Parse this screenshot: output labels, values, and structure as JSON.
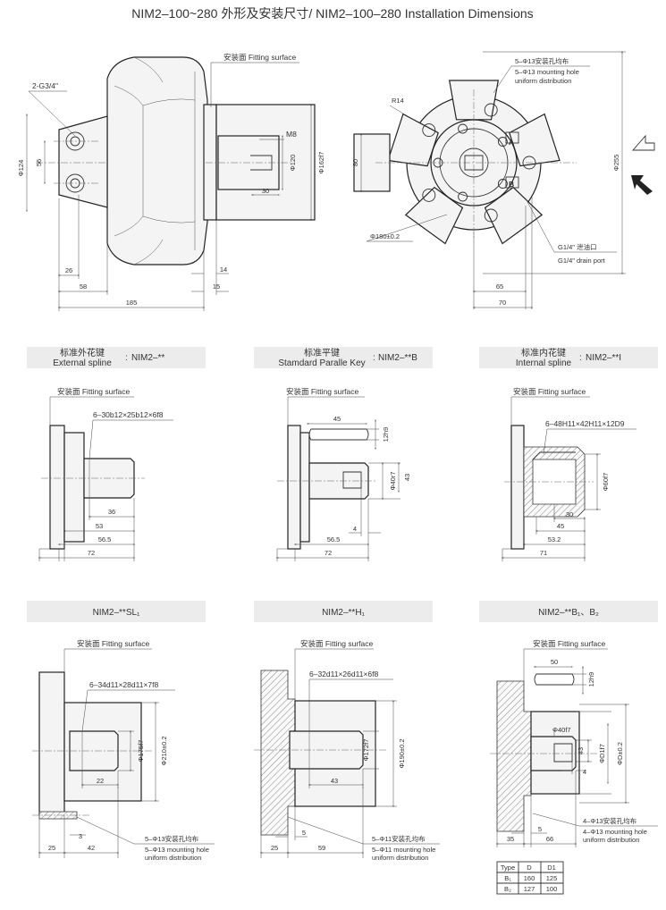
{
  "title": "NIM2–100~280 外形及安装尺寸/ NIM2–100–280 Installation Dimensions",
  "main_view": {
    "fitting_surface": "安装面 Fitting surface",
    "port_label": "2-G3/4\"",
    "thread": "M8",
    "dims": {
      "d124": "Φ124",
      "d56": "56",
      "d120": "Φ120",
      "d162": "Φ162f7",
      "d30": "30",
      "d26": "26",
      "d58": "58",
      "d185": "185",
      "d14": "14",
      "d15": "15"
    }
  },
  "end_view": {
    "hole_cn": "5–Φ13安装孔均布",
    "hole_en1": "5–Φ13 mounting hole",
    "hole_en2": "uniform distribution",
    "r14": "R14",
    "d80": "80",
    "d255": "Φ255",
    "d180": "Φ180±0.2",
    "drain_cn": "G1/4\" 泄油口",
    "drain_en": "G1/4\" drain port",
    "d65": "65",
    "d70": "70",
    "port_a": "A",
    "port_b": "B"
  },
  "shaft_options": [
    {
      "header_cn": "标准外花键",
      "header_en": "External spline",
      "code": "NIM2–**",
      "fitting": "安装面 Fitting surface",
      "spec": "6–30b12×25b12×6f8",
      "dims": {
        "a": "36",
        "b": "53",
        "c": "56.5",
        "d": "72"
      }
    },
    {
      "header_cn": "标准平键",
      "header_en": "Stamdard Paralle Key",
      "code": "NIM2–**B",
      "fitting": "安装面 Fitting surface",
      "dims": {
        "a": "45",
        "b": "12h9",
        "c": "Φ40r7",
        "d": "43",
        "e": "4",
        "f": "56.5",
        "g": "72"
      }
    },
    {
      "header_cn": "标准内花键",
      "header_en": "Internal spline",
      "code": "NIM2–**I",
      "fitting": "安装面 Fitting surface",
      "spec": "6–48H11×42H11×12D9",
      "dims": {
        "a": "Φ60f7",
        "b": "30",
        "c": "45",
        "d": "53.2",
        "e": "71"
      }
    }
  ],
  "flange_options": [
    {
      "header": "NIM2–**SL₁",
      "fitting": "安装面 Fitting surface",
      "spec": "6–34d11×28d11×7f8",
      "dims": {
        "a": "Φ175f7",
        "b": "Φ210±0.2",
        "c": "22",
        "d": "3",
        "e": "25",
        "f": "42"
      },
      "hole_cn": "5–Φ13安装孔均布",
      "hole_en1": "5–Φ13 mounting hole",
      "hole_en2": "uniform distribution"
    },
    {
      "header": "NIM2–**H₁",
      "fitting": "安装面 Fitting surface",
      "spec": "6–32d11×26d11×6f8",
      "dims": {
        "a": "Φ172f7",
        "b": "Φ190±0.2",
        "c": "43",
        "d": "5",
        "e": "25",
        "f": "59"
      },
      "hole_cn": "5–Φ11安装孔均布",
      "hole_en1": "5–Φ11 mounting hole",
      "hole_en2": "uniform distribution"
    },
    {
      "header": "NIM2–**B₁、B₂",
      "fitting": "安装面 Fitting surface",
      "dims": {
        "a": "50",
        "b": "12h9",
        "c": "Φ40f7",
        "d": "43",
        "e": "4",
        "f": "ΦD1f7",
        "g": "ΦD±0.2",
        "h": "5",
        "i": "35",
        "j": "66"
      },
      "hole_cn": "4–Φ13安装孔均布",
      "hole_en1": "4–Φ13 mounting hole",
      "hole_en2": "uniform distribution",
      "table": {
        "headers": [
          "Type",
          "D",
          "D1"
        ],
        "rows": [
          [
            "B₁",
            "160",
            "125"
          ],
          [
            "B₂",
            "127",
            "100"
          ]
        ]
      }
    }
  ]
}
